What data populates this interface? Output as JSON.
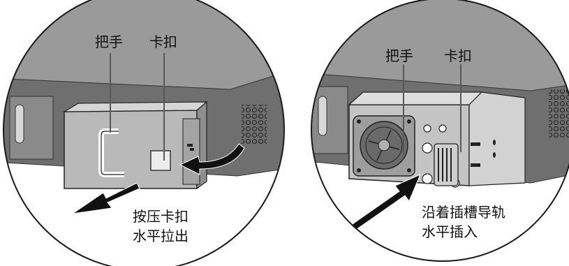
{
  "left_panel": {
    "handle_label": "把手",
    "latch_label": "卡扣",
    "instruction_line1": "按压卡扣",
    "instruction_line2": "水平拉出"
  },
  "right_panel": {
    "handle_label": "把手",
    "latch_label": "卡扣",
    "instruction_line1": "沿着插槽导轨",
    "instruction_line2": "水平插入"
  }
}
